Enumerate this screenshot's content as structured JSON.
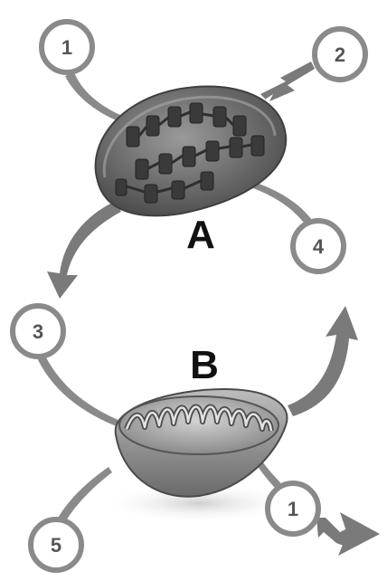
{
  "diagram": {
    "labels": {
      "organelle_a": "A",
      "organelle_b": "B"
    },
    "callouts": [
      "1",
      "2",
      "3",
      "4",
      "5",
      "1"
    ],
    "colors": {
      "arrow": "#7a7a7a",
      "callout_border": "#8a8a8a",
      "chloroplast_body": "#6e6e6e",
      "mitochondrion_body": "#8c8c8c"
    }
  }
}
